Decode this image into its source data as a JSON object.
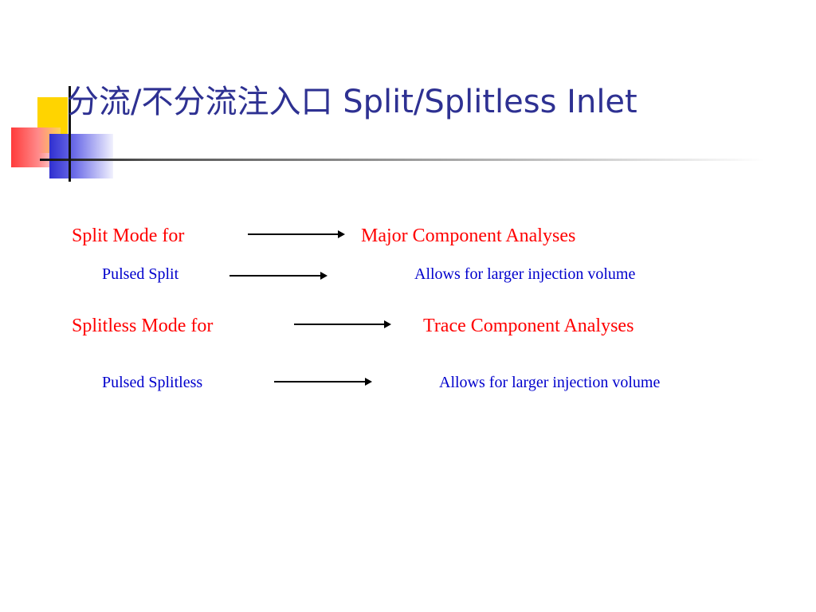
{
  "slide": {
    "title": "分流/不分流注入口 Split/Splitless Inlet",
    "rows": [
      {
        "left": "Split Mode for",
        "right": "Major Component Analyses"
      },
      {
        "left": "Pulsed Split",
        "right": "Allows for larger injection volume"
      },
      {
        "left": "Splitless Mode for",
        "right": "Trace Component Analyses"
      },
      {
        "left": "Pulsed Splitless",
        "right": "Allows for larger injection volume"
      }
    ]
  },
  "colors": {
    "title": "#2e3192",
    "primary_text": "#ff0000",
    "secondary_text": "#0000cc",
    "deco_yellow": "#ffd400",
    "deco_red": "#ff3b3b",
    "deco_blue": "#2f2fd0"
  }
}
